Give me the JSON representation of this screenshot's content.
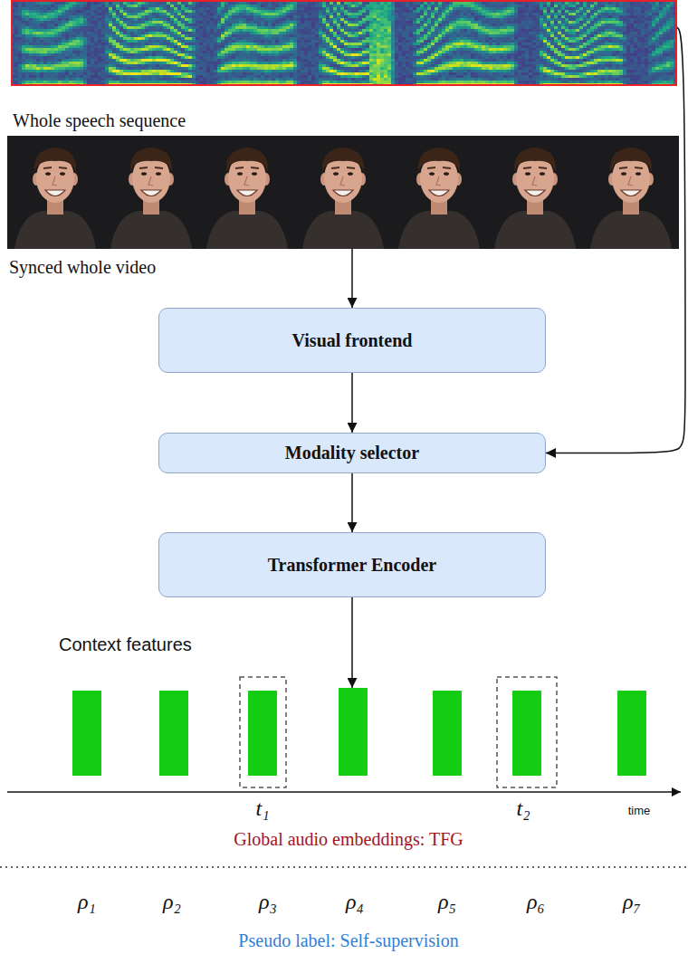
{
  "diagram": {
    "nodes": [
      {
        "text": [
          "Whole speech sequence"
        ]
      },
      {
        "text": [
          "Synced whole video"
        ]
      },
      {
        "text": [
          "Visual frontend"
        ]
      },
      {
        "text": [
          "Modality selector"
        ]
      },
      {
        "text": [
          "Transformer Encoder"
        ]
      },
      {
        "text": [
          "Context features"
        ]
      }
    ],
    "edges": [
      {
        "from": 0,
        "to": 3,
        "arrow": "to"
      },
      {
        "from": 1,
        "to": 2,
        "arrow": "to"
      },
      {
        "from": 2,
        "to": 3,
        "arrow": "to"
      },
      {
        "from": 3,
        "to": 4,
        "arrow": "to"
      },
      {
        "from": 4,
        "to": 5,
        "arrow": "to"
      }
    ],
    "labels": [
      "t₁",
      "t₂",
      "time",
      "Global audio embeddings: TFG",
      "ρ₁",
      "ρ₂",
      "ρ₃",
      "ρ₄",
      "ρ₅",
      "ρ₆",
      "ρ₇",
      "Pseudo label: Self-supervision"
    ]
  }
}
